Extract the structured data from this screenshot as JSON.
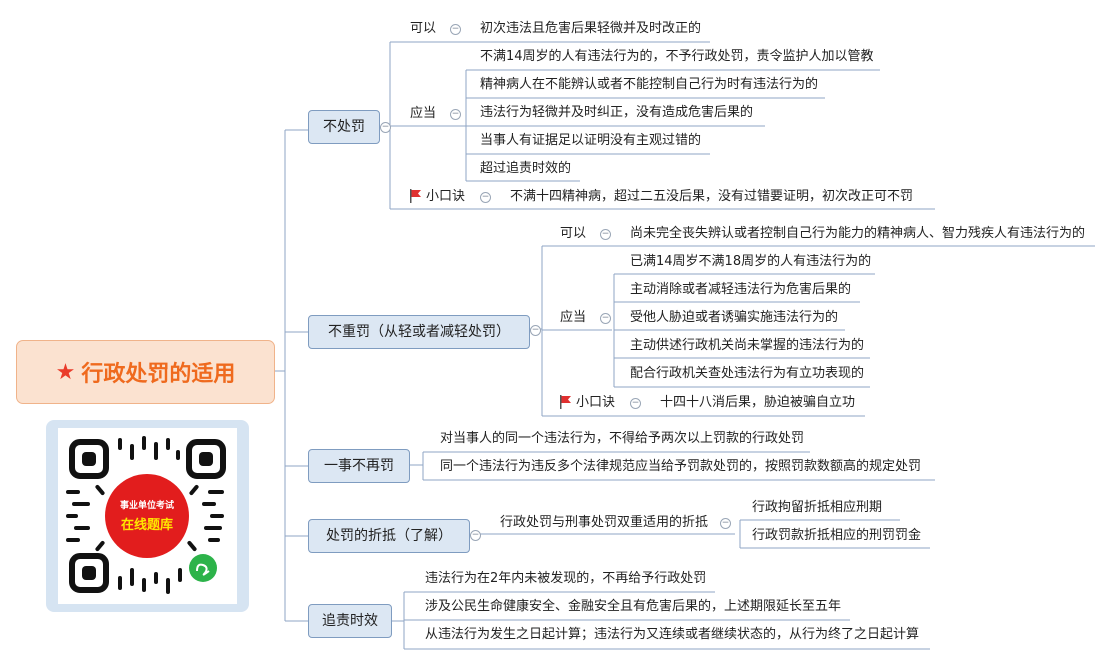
{
  "root": {
    "title": "行政处罚的适用",
    "icon": "star-icon"
  },
  "branches": {
    "b1": {
      "label": "不处罚",
      "keyi_label": "可以",
      "keyi_item": "初次违法且危害后果轻微并及时改正的",
      "yingdang_label": "应当",
      "yingdang_items": [
        "不满14周岁的人有违法行为的，不予行政处罚，责令监护人加以管教",
        "精神病人在不能辨认或者不能控制自己行为时有违法行为的",
        "违法行为轻微并及时纠正，没有造成危害后果的",
        "当事人有证据足以证明没有主观过错的",
        "超过追责时效的"
      ],
      "mnemonic_label": "小口诀",
      "mnemonic": "不满十四精神病，超过二五没后果，没有过错要证明，初次改正可不罚"
    },
    "b2": {
      "label": "不重罚（从轻或者减轻处罚）",
      "keyi_label": "可以",
      "keyi_item": "尚未完全丧失辨认或者控制自己行为能力的精神病人、智力残疾人有违法行为的",
      "yingdang_label": "应当",
      "yingdang_items": [
        "已满14周岁不满18周岁的人有违法行为的",
        "主动消除或者减轻违法行为危害后果的",
        "受他人胁迫或者诱骗实施违法行为的",
        "主动供述行政机关尚未掌握的违法行为的",
        "配合行政机关查处违法行为有立功表现的"
      ],
      "mnemonic_label": "小口诀",
      "mnemonic": "十四十八消后果，胁迫被骗自立功"
    },
    "b3": {
      "label": "一事不再罚",
      "items": [
        "对当事人的同一个违法行为，不得给予两次以上罚款的行政处罚",
        "同一个违法行为违反多个法律规范应当给予罚款处罚的，按照罚款数额高的规定处罚"
      ]
    },
    "b4": {
      "label": "处罚的折抵（了解）",
      "middle": "行政处罚与刑事处罚双重适用的折抵",
      "items": [
        "行政拘留折抵相应刑期",
        "行政罚款折抵相应的刑罚罚金"
      ]
    },
    "b5": {
      "label": "追责时效",
      "items": [
        "违法行为在2年内未被发现的，不再给予行政处罚",
        "涉及公民生命健康安全、金融安全且有危害后果的，上述期限延长至五年",
        "从违法行为发生之日起计算；违法行为又连续或者继续状态的，从行为终了之日起计算"
      ]
    }
  },
  "qr": {
    "line1": "事业单位考试",
    "line2": "在线题库",
    "icon": "mini-program-icon"
  },
  "colors": {
    "line": "#8fa6c4",
    "accent": "#ef6a1e",
    "node_fill": "#dce7f3",
    "flag": "#e03030",
    "qr_red": "#e21d1d",
    "qr_yellow": "#ffe600"
  }
}
